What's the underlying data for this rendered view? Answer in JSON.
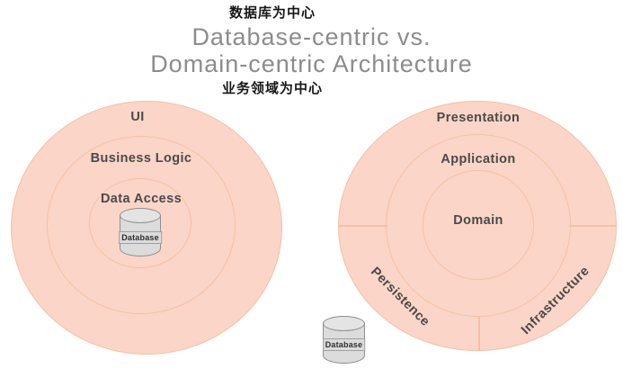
{
  "header": {
    "subtitle_top_cn": "数据库为中心",
    "title_line1": "Database-centric vs.",
    "title_line2": "Domain-centric Architecture",
    "subtitle_bottom_cn": "业务领域为中心"
  },
  "left_diagram": {
    "rings": [
      {
        "label": "UI"
      },
      {
        "label": "Business Logic"
      },
      {
        "label": "Data Access"
      }
    ],
    "database_label": "Database"
  },
  "right_diagram": {
    "rings": [
      {
        "label": "Presentation"
      },
      {
        "label": "Application"
      },
      {
        "label": "Domain"
      }
    ],
    "sectors": [
      {
        "label": "Persistence"
      },
      {
        "label": "Infrastructure"
      }
    ],
    "database_label": "Database"
  },
  "colors": {
    "ring_fill": "#fbd5c7",
    "ring_stroke": "#f5c0a4",
    "title_gray": "#8c8c8c",
    "label_dark": "#4a4a4a",
    "cn_text": "#171717",
    "cylinder_fill": "#dcdcdc",
    "cylinder_top_fill": "#e4e4e4",
    "cylinder_stroke": "#8f8f8f",
    "background": "#ffffff"
  }
}
